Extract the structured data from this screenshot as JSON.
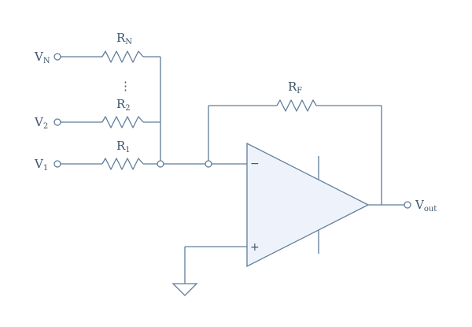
{
  "colors": {
    "wire": "#5f7d9a",
    "text": "#3d556d",
    "opamp_fill": "#eef3fb"
  },
  "inputs": {
    "vn": {
      "main": "V",
      "sub": "N"
    },
    "v2": {
      "main": "V",
      "sub": "2"
    },
    "v1": {
      "main": "V",
      "sub": "1"
    }
  },
  "resistors": {
    "rn": {
      "main": "R",
      "sub": "N"
    },
    "r2": {
      "main": "R",
      "sub": "2"
    },
    "r1": {
      "main": "R",
      "sub": "1"
    },
    "rf": {
      "main": "R",
      "sub": "F"
    }
  },
  "output": {
    "main": "V",
    "sub": "out"
  },
  "opamp": {
    "inverting_sign": "−",
    "noninverting_sign": "+"
  },
  "ellipsis": "⋮",
  "icons": {
    "ground": "ground-icon",
    "resistor": "resistor-icon",
    "opamp": "triangle-opamp-icon"
  }
}
